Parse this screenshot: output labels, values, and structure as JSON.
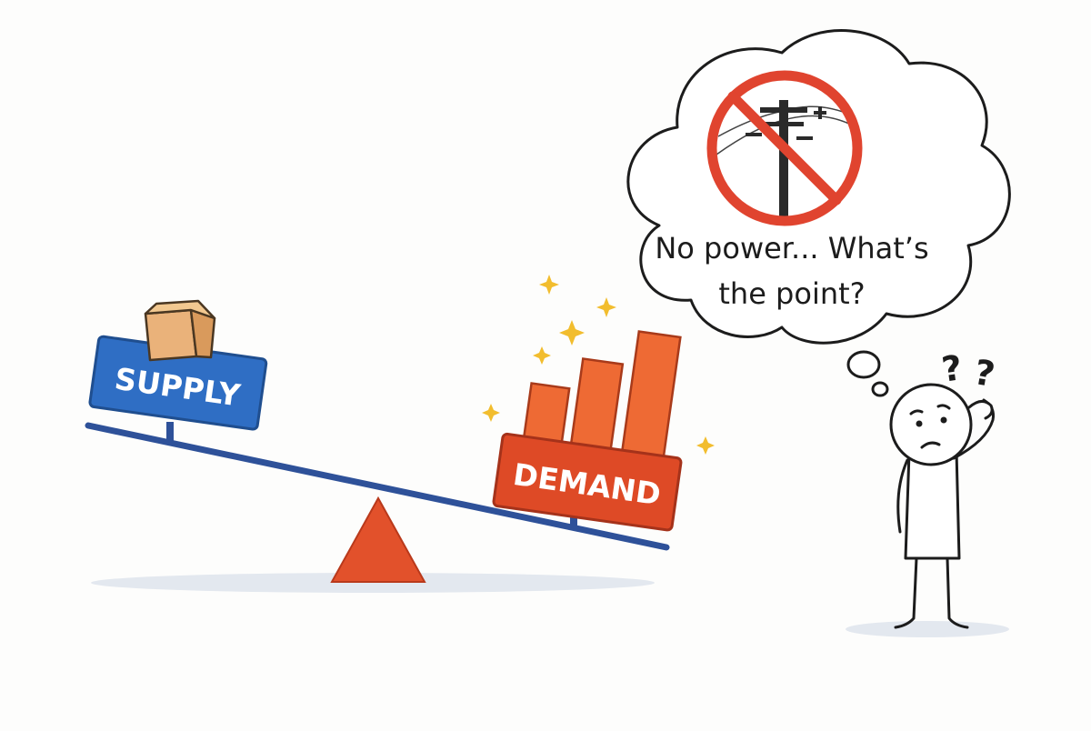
{
  "seesaw": {
    "supply_label": "SUPPLY",
    "demand_label": "DEMAND",
    "supply_color": "#2f6ec4",
    "demand_color": "#de4a26",
    "fulcrum_color": "#e2512b",
    "beam_color": "#2e5199"
  },
  "thought_bubble": {
    "line1": "No power... What’s",
    "line2": "the point?",
    "icon": "no-power-line-icon",
    "prohibition_color": "#e0442f"
  },
  "person": {
    "question_marks": [
      "?",
      "?"
    ],
    "icon": "confused-stick-figure"
  },
  "decorations": {
    "sparkle_color": "#f2bd2e"
  }
}
